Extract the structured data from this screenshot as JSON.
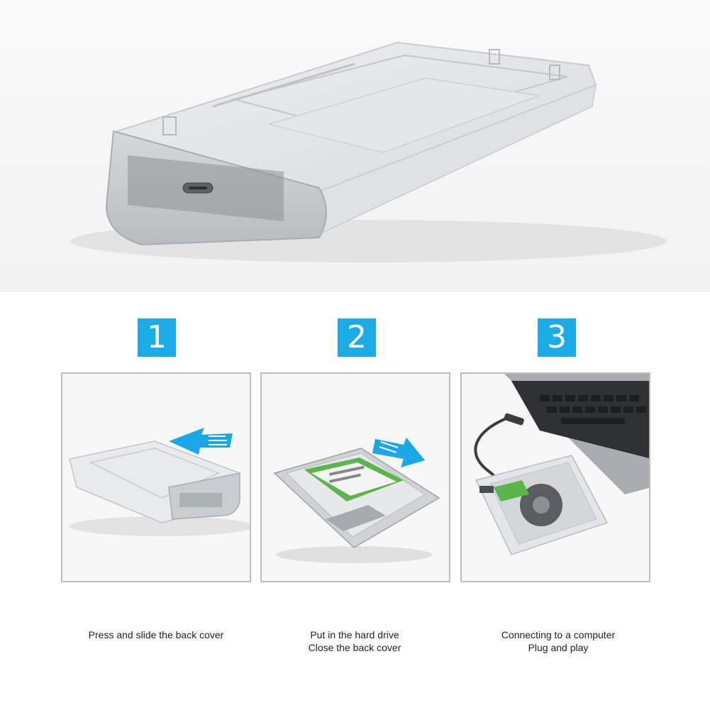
{
  "steps": [
    {
      "number": "1",
      "caption_lines": [
        "Press and slide the back cover"
      ]
    },
    {
      "number": "2",
      "caption_lines": [
        "Put in the hard drive",
        "Close the back cover"
      ]
    },
    {
      "number": "3",
      "caption_lines": [
        "Connecting to a computer",
        "Plug and play"
      ]
    }
  ],
  "colors": {
    "step_badge": "#1bace7",
    "arrow": "#1ba6e8",
    "panel_border": "#bdbdbd",
    "drive_label_green": "#5ab54b"
  },
  "icons": {
    "hero": "transparent-enclosure-image",
    "step1": "slide-cover-illustration",
    "step2": "insert-drive-illustration",
    "step3": "connect-laptop-illustration"
  }
}
